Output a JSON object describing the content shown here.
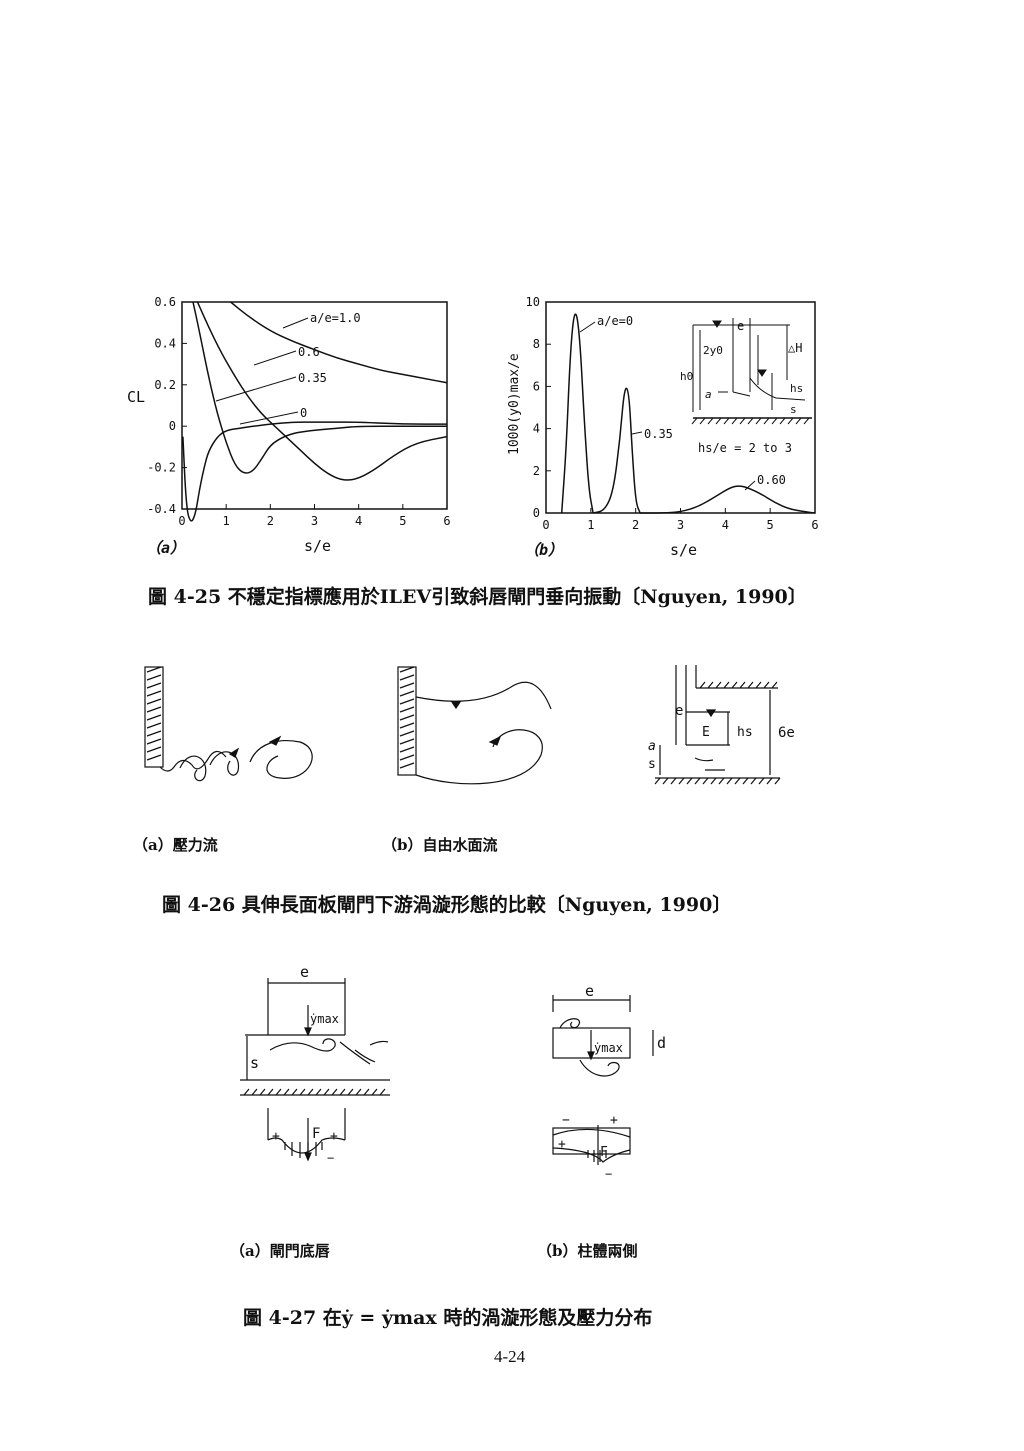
{
  "figure_4_25": {
    "caption": "圖 4-25 不穩定指標應用於ILEV引致斜唇閘門垂向振動〔Nguyen, 1990〕",
    "panel_a": {
      "label": "（a）",
      "ylabel": "CL",
      "xlabel": "s/e",
      "yticks": [
        "0.6",
        "0.4",
        "0.2",
        "0",
        "-0.2",
        "-0.4"
      ],
      "xticks": [
        "0",
        "1",
        "2",
        "3",
        "4",
        "5",
        "6"
      ],
      "curve_labels": [
        "a/e=1.0",
        "0.6",
        "0.35",
        "0"
      ]
    },
    "panel_b": {
      "label": "（b）",
      "ylabel": "1000(y0)max/e",
      "xlabel": "s/e",
      "yticks": [
        "10",
        "8",
        "6",
        "4",
        "2",
        "0"
      ],
      "xticks": [
        "0",
        "1",
        "2",
        "3",
        "4",
        "5",
        "6"
      ],
      "curve_labels": [
        "a/e=0",
        "0.35",
        "0.60"
      ],
      "inset": {
        "e": "e",
        "two_y0": "2y0",
        "h0": "h0",
        "a": "a",
        "hs": "hs",
        "s": "s",
        "dH": "△H",
        "note": "hs/e = 2 to 3"
      }
    }
  },
  "chart_data": [
    {
      "type": "line",
      "title": "",
      "xlabel": "s/e",
      "ylabel": "CL",
      "xlim": [
        0,
        6
      ],
      "ylim": [
        -0.4,
        0.6
      ],
      "series": [
        {
          "name": "a/e=1.0",
          "x": [
            1.1,
            1.5,
            2,
            2.5,
            3,
            3.5,
            4,
            4.5,
            5,
            5.5,
            6
          ],
          "y": [
            0.6,
            0.53,
            0.46,
            0.41,
            0.37,
            0.33,
            0.3,
            0.27,
            0.25,
            0.23,
            0.21
          ]
        },
        {
          "name": "0.6",
          "x": [
            0.35,
            0.6,
            0.9,
            1.2,
            1.5,
            1.8,
            2.1,
            2.4,
            2.7,
            3.0,
            3.3,
            3.6,
            3.9,
            4.3,
            4.8,
            5.3,
            6.0
          ],
          "y": [
            0.6,
            0.48,
            0.35,
            0.24,
            0.14,
            0.06,
            0.0,
            -0.06,
            -0.12,
            -0.18,
            -0.23,
            -0.26,
            -0.26,
            -0.22,
            -0.14,
            -0.08,
            -0.05
          ]
        },
        {
          "name": "0.35",
          "x": [
            0.25,
            0.4,
            0.6,
            0.8,
            1.0,
            1.2,
            1.4,
            1.6,
            1.8,
            2.0,
            2.3,
            2.6,
            3.0,
            3.5,
            4.0,
            5.0,
            6.0
          ],
          "y": [
            0.6,
            0.45,
            0.24,
            0.06,
            -0.08,
            -0.19,
            -0.23,
            -0.22,
            -0.16,
            -0.09,
            -0.05,
            -0.03,
            -0.02,
            -0.01,
            0.0,
            0.0,
            0.0
          ]
        },
        {
          "name": "0",
          "x": [
            0.02,
            0.1,
            0.2,
            0.3,
            0.4,
            0.5,
            0.6,
            0.8,
            1.0,
            1.3,
            1.6,
            2.0,
            2.5,
            3.0,
            3.5,
            4.0,
            5.0,
            6.0
          ],
          "y": [
            -0.05,
            -0.4,
            -0.47,
            -0.43,
            -0.3,
            -0.2,
            -0.12,
            -0.05,
            -0.02,
            -0.01,
            0.0,
            0.01,
            0.02,
            0.02,
            0.02,
            0.02,
            0.01,
            0.01
          ]
        }
      ]
    },
    {
      "type": "line",
      "title": "",
      "xlabel": "s/e",
      "ylabel": "1000(y0)max/e",
      "xlim": [
        0,
        6
      ],
      "ylim": [
        0,
        10
      ],
      "series": [
        {
          "name": "a/e=0",
          "x": [
            0.35,
            0.45,
            0.55,
            0.65,
            0.75,
            0.85,
            0.95,
            1.05
          ],
          "y": [
            0,
            3.0,
            8.0,
            9.8,
            8.5,
            4.5,
            1.2,
            0
          ]
        },
        {
          "name": "0.35",
          "x": [
            1.05,
            1.3,
            1.5,
            1.65,
            1.75,
            1.85,
            1.92,
            2.0,
            2.1
          ],
          "y": [
            0,
            0.1,
            1.0,
            3.5,
            6.0,
            5.8,
            3.0,
            0.5,
            0
          ]
        },
        {
          "name": "0.60",
          "x": [
            2.1,
            2.6,
            3.0,
            3.4,
            3.8,
            4.1,
            4.3,
            4.5,
            4.8,
            5.1,
            5.4,
            5.8,
            6.0
          ],
          "y": [
            0,
            0.0,
            0.05,
            0.3,
            0.8,
            1.2,
            1.3,
            1.2,
            0.9,
            0.5,
            0.2,
            0.05,
            0.0
          ]
        }
      ]
    }
  ],
  "figure_4_26": {
    "caption": "圖 4-26 具伸長面板閘門下游渦漩形態的比較〔Nguyen, 1990〕",
    "sub_a": "（a）壓力流",
    "sub_b": "（b）自由水面流",
    "labels": {
      "e": "e",
      "E": "E",
      "hs": "hs",
      "a": "a",
      "s": "s",
      "six_e": "6e"
    }
  },
  "figure_4_27": {
    "caption": "圖 4-27 在ẏ = ẏmax 時的渦漩形態及壓力分布",
    "sub_a": "（a）閘門底唇",
    "sub_b": "（b）柱體兩側",
    "labels": {
      "e": "e",
      "ymax": "ẏmax",
      "s": "s",
      "d": "d",
      "F": "F",
      "plus": "+",
      "minus": "−"
    }
  },
  "page_number": "4-24"
}
